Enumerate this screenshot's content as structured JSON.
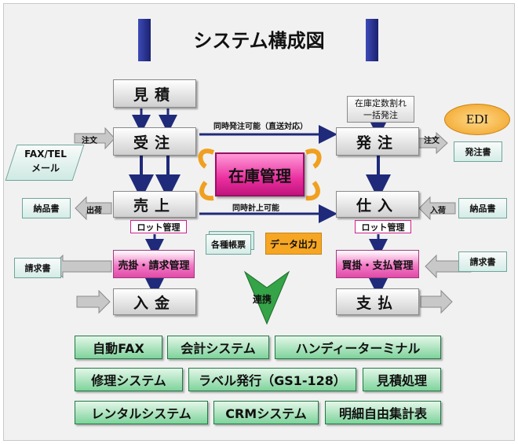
{
  "title": "システム構成図",
  "flow": {
    "mitsumori": "見積",
    "juchu": "受注",
    "uriage": "売上",
    "nyukin": "入金",
    "hatchu": "発注",
    "shiire": "仕入",
    "shiharai": "支払",
    "zaiko": "在庫管理",
    "urikake": "売掛・請求管理",
    "kaikake": "買掛・支払管理",
    "lot_left": "ロット管理",
    "lot_right": "ロット管理",
    "reports": "各種帳票",
    "data_out": "データ出力",
    "renkei": "連携",
    "edi": "EDI",
    "teisu_line1": "在庫定数割れ",
    "teisu_line2": "一括発注",
    "line_top": "同時発注可能（直送対応）",
    "line_bottom": "同時計上可能",
    "faxtel": "FAX/TEL",
    "mail": "メール"
  },
  "labels": {
    "chumon_left": "注文",
    "chumon_right": "注文",
    "shukka": "出荷",
    "nyuka": "入荷"
  },
  "docs": {
    "nohinsho_left": "納品書",
    "seikyusho_left": "請求書",
    "hatchusho": "発注書",
    "nohinsho_right": "納品書",
    "seikyusho_right": "請求書"
  },
  "modules": [
    [
      "自動FAX",
      "会計システム",
      "ハンディーターミナル"
    ],
    [
      "修理システム",
      "ラベル発行（GS1-128）",
      "見積処理"
    ],
    [
      "レンタルシステム",
      "CRMシステム",
      "明細自由集計表"
    ]
  ],
  "colors": {
    "navy": "#1f2a7a",
    "pink": "#e14aa8",
    "green": "#7ed39b",
    "edi_orange": "#f0a020",
    "data_orange": "#f6a623"
  }
}
